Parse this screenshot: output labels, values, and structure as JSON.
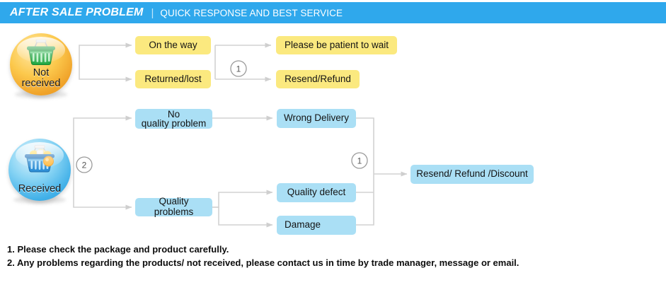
{
  "banner": {
    "title": "AFTER SALE PROBLEM",
    "separator": "|",
    "subtitle": "QUICK RESPONSE AND BEST SERVICE",
    "background_color": "#2fa8ec",
    "text_color": "#ffffff"
  },
  "badges": [
    {
      "id": "not-received",
      "label_line1": "Not",
      "label_line2": "received",
      "icon": "shopping-basket-icon",
      "color": "#f0a32a"
    },
    {
      "id": "received",
      "label_line1": "Received",
      "label_line2": "",
      "icon": "shopping-basket-filled-icon",
      "color": "#41b0e8"
    }
  ],
  "boxes": {
    "on_the_way": "On the way",
    "returned_lost": "Returned/lost",
    "please_be_patient": "Please be patient to wait",
    "resend_refund": "Resend/Refund",
    "no_quality_problem_line1": "No",
    "no_quality_problem_line2": "quality problem",
    "quality_problems": "Quality problems",
    "wrong_delivery": "Wrong Delivery",
    "quality_defect": "Quality defect",
    "damage": "Damage",
    "resend_refund_discount": "Resend/ Refund /Discount"
  },
  "markers": {
    "top_merge": "1",
    "received_split": "2",
    "bottom_merge": "1"
  },
  "colors": {
    "yellow_box": "#fbe97f",
    "blue_box": "#aadff5",
    "wire": "#d2d2d2",
    "banner_blue": "#2fa8ec"
  },
  "notes": [
    "1. Please check the package and product carefully.",
    "2. Any problems regarding the products/ not received, please contact us in time by trade manager, message or email."
  ]
}
